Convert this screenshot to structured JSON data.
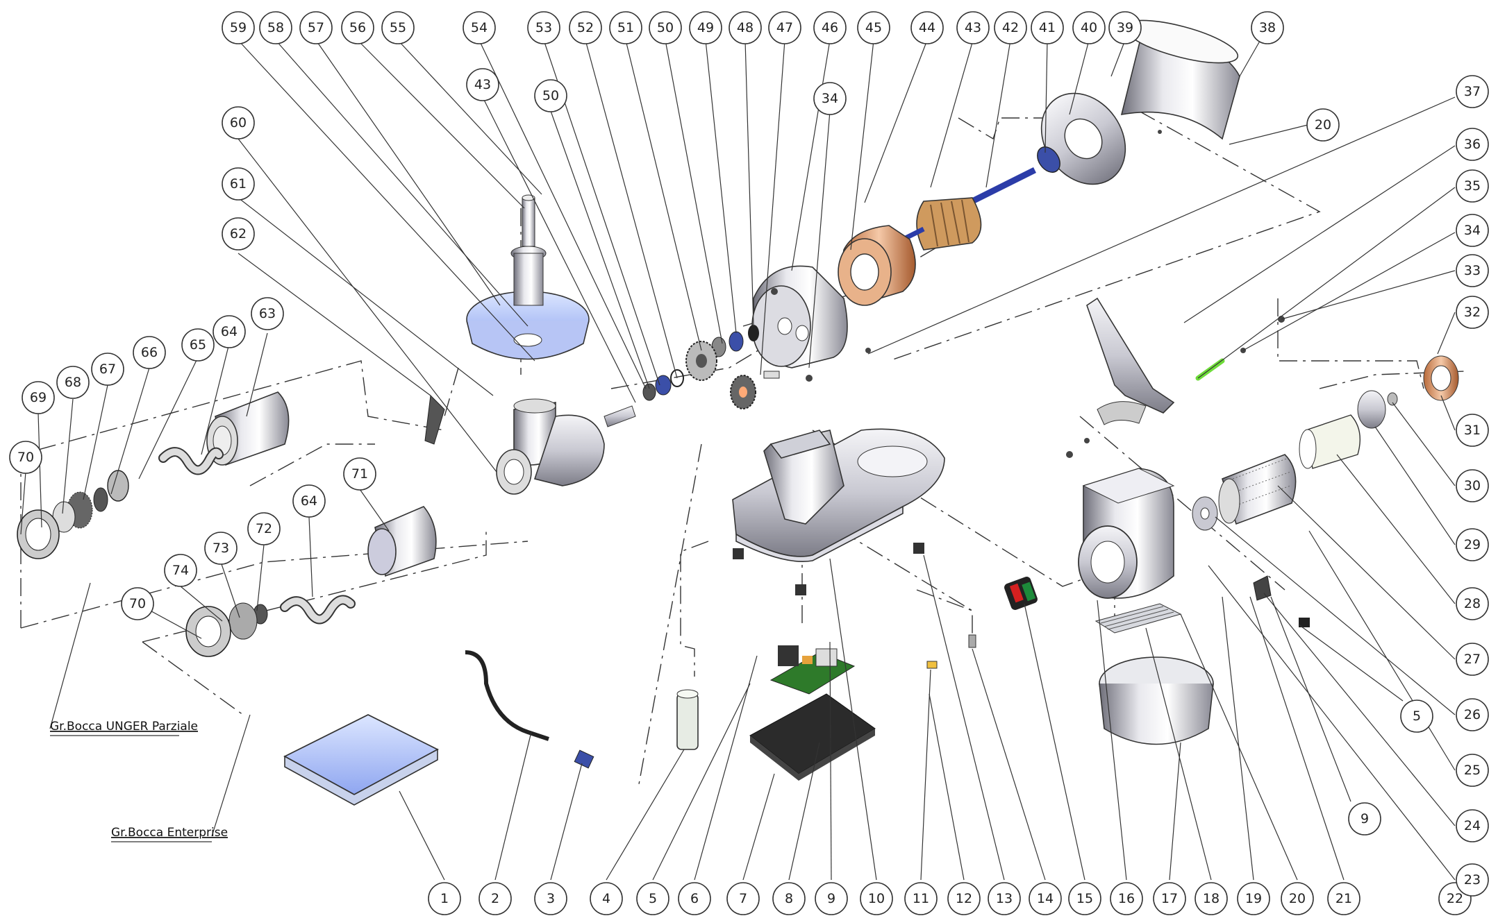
{
  "groups": {
    "unger": "Gr.Bocca UNGER Parziale",
    "enterprise": "Gr.Bocca Enterprise"
  },
  "bottom_labels": [
    "1",
    "2",
    "3",
    "4",
    "5",
    "6",
    "7",
    "8",
    "9",
    "10",
    "11",
    "12",
    "13",
    "14",
    "15",
    "16",
    "17",
    "18",
    "19",
    "20",
    "21",
    "22"
  ],
  "top_labels": [
    "59",
    "58",
    "57",
    "56",
    "55",
    "54",
    "53",
    "52",
    "51",
    "50",
    "49",
    "48",
    "47",
    "46",
    "45",
    "44",
    "43",
    "42",
    "41",
    "40",
    "39",
    "38"
  ],
  "side_labels": [
    "43",
    "50",
    "34",
    "60",
    "61",
    "62",
    "63",
    "64",
    "65",
    "66",
    "67",
    "68",
    "69",
    "70",
    "71",
    "64",
    "72",
    "73",
    "74",
    "70",
    "37",
    "36",
    "35",
    "34",
    "33",
    "32",
    "31",
    "30",
    "29",
    "28",
    "27",
    "26",
    "25",
    "24",
    "23",
    "20",
    "5",
    "9"
  ]
}
